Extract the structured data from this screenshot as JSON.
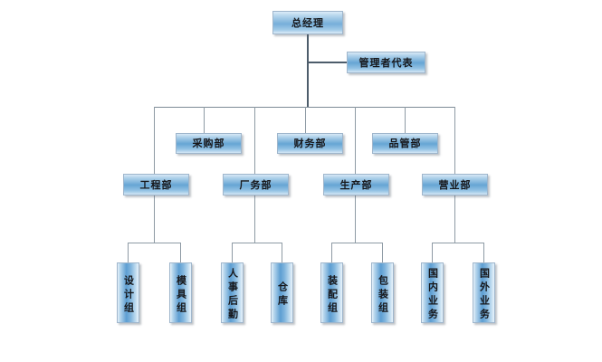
{
  "chart_data": {
    "type": "diagram",
    "diagram_type": "organization-chart",
    "title": "",
    "orientation": "top-down",
    "levels": 5
  },
  "theme": {
    "background": "#ffffff",
    "box_fill_light": "#d7e8f6",
    "box_fill_mid": "#5e9fd2",
    "box_border": "#9fb6cc",
    "text_color": "#17171a",
    "connector_color": "#8e9aa4",
    "trunk_color": "#4d5d6b"
  },
  "nodes": {
    "root": {
      "label": "总经理"
    },
    "staff": {
      "label": "管理者代表"
    },
    "level3": [
      {
        "label": "采购部"
      },
      {
        "label": "财务部"
      },
      {
        "label": "品管部"
      }
    ],
    "level4": [
      {
        "label": "工程部"
      },
      {
        "label": "厂务部"
      },
      {
        "label": "生产部"
      },
      {
        "label": "营业部"
      }
    ],
    "level5": [
      {
        "label": "设计组"
      },
      {
        "label": "模具组"
      },
      {
        "label": "人事后勤"
      },
      {
        "label": "仓库"
      },
      {
        "label": "装配组"
      },
      {
        "label": "包装组"
      },
      {
        "label": "国内业务"
      },
      {
        "label": "国外业务"
      }
    ]
  }
}
